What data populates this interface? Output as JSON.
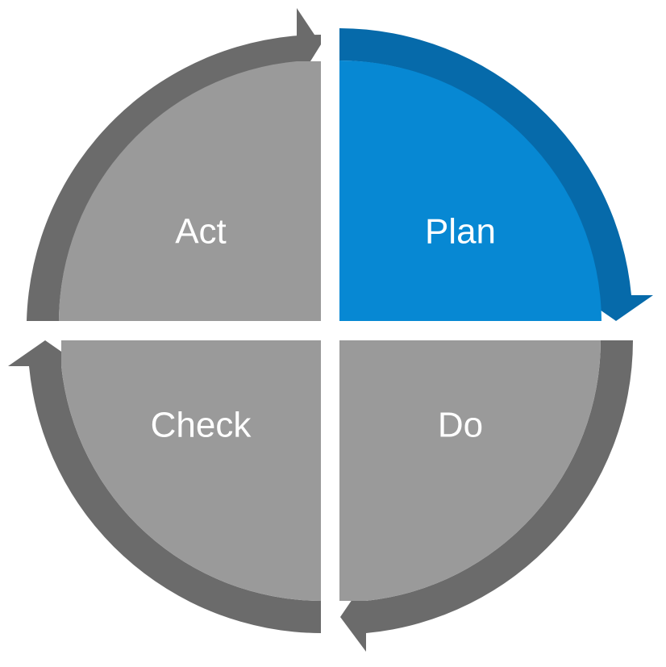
{
  "colors": {
    "background": "#ffffff",
    "quadrant_fill": "#9a9a9a",
    "arrow_fill": "#6b6b6b",
    "active_fill": "#0788d3",
    "active_arrow": "#066aaa",
    "label": "#ffffff"
  },
  "quadrants": [
    {
      "label": "Act",
      "state": "inactive"
    },
    {
      "label": "Plan",
      "state": "active"
    },
    {
      "label": "Do",
      "state": "inactive"
    },
    {
      "label": "Check",
      "state": "inactive"
    }
  ]
}
